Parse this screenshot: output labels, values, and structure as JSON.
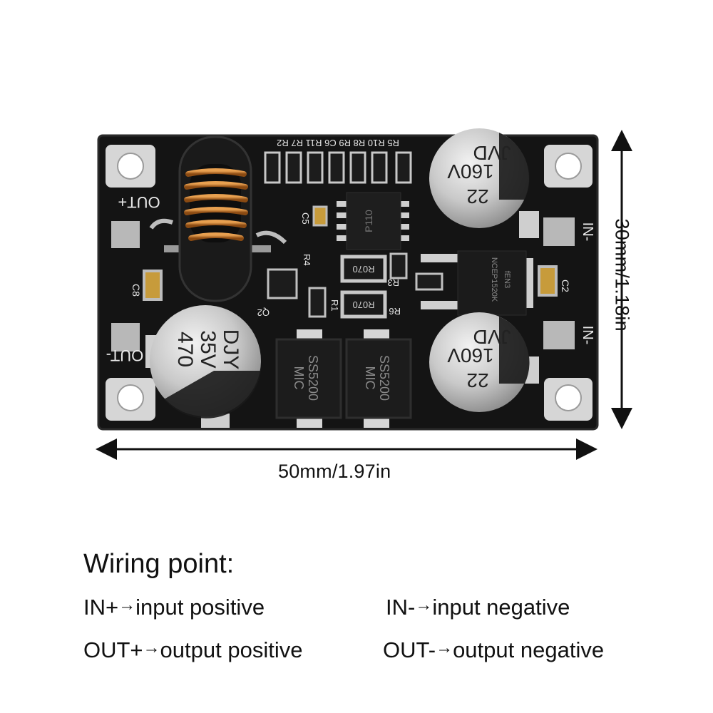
{
  "board": {
    "silkscreen": {
      "out_plus": "OUT+",
      "out_minus": "OUT-",
      "in_top": "IN-",
      "in_bottom": "IN-",
      "c8": "C8",
      "c2": "C2",
      "c5": "C5",
      "q2": "Q2",
      "r4": "R4",
      "r3": "R3",
      "r6": "R6",
      "r1": "R1",
      "top_row": "R5 R10 R8 R9 C6 R11 R7 R2"
    },
    "components": {
      "cap_out": [
        "470",
        "35V",
        "DJY"
      ],
      "cap_in_top": [
        "JVD",
        "160V",
        "22"
      ],
      "cap_in_bottom": [
        "JVD",
        "160V",
        "22"
      ],
      "diode_left": [
        "SS5200",
        "MIC"
      ],
      "diode_right": [
        "SS5200",
        "MIC"
      ],
      "ic": "P110",
      "shunt_top": "R070",
      "shunt_bottom": "R070",
      "mosfet": "NCEP1520K",
      "mosfet_code": "fEN3"
    }
  },
  "dimensions": {
    "width": "50mm/1.97in",
    "height": "30mm/1.18in"
  },
  "wiring": {
    "title": "Wiring point:",
    "items": [
      {
        "term": "IN+",
        "desc": "input positive"
      },
      {
        "term": "IN-",
        "desc": "input negative"
      },
      {
        "term": "OUT+",
        "desc": "output positive"
      },
      {
        "term": "OUT-",
        "desc": "output negative"
      }
    ],
    "arrow": "→"
  },
  "colors": {
    "pcb": "#111111",
    "pad": "#bdbdbd",
    "copper": "#c8782a"
  }
}
